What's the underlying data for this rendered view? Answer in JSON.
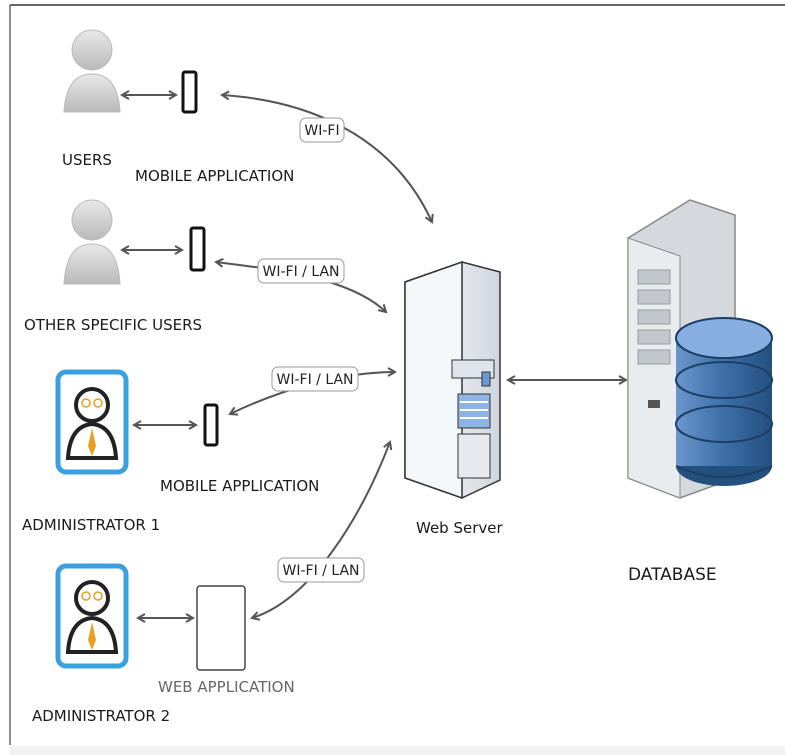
{
  "labels": {
    "users": "USERS",
    "mobile_app_1": "MOBILE APPLICATION",
    "other_users": "OTHER SPECIFIC USERS",
    "admin1": "ADMINISTRATOR 1",
    "mobile_app_2": "MOBILE APPLICATION",
    "admin2": "ADMINISTRATOR 2",
    "web_app": "WEB APPLICATION",
    "web_server": "Web Server",
    "database": "DATABASE"
  },
  "connections": {
    "c1": "WI-FI",
    "c2": "WI-FI / LAN",
    "c3": "WI-FI / LAN",
    "c4": "WI-FI / LAN"
  },
  "colors": {
    "line": "#555555",
    "admin_frame": "#3aa0e0",
    "db_blue": "#3d6fa8"
  },
  "icons": [
    "user-icon",
    "phone-icon",
    "admin-icon",
    "tablet-icon",
    "server-icon",
    "database-icon"
  ]
}
